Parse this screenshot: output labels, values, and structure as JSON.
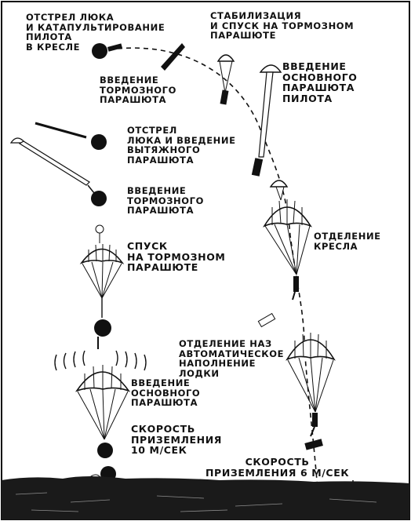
{
  "colors": {
    "ink": "#111111",
    "paper": "#ffffff",
    "ground": "#1a1a1a"
  },
  "labels": {
    "hatch_eject": "ОТСТРЕЛ ЛЮКА\nИ КАТАПУЛЬТИРОВАНИЕ\nПИЛОТА\nВ КРЕСЛЕ",
    "stabilization": "СТАБИЛИЗАЦИЯ\nИ СПУСК НА ТОРМОЗНОМ\nПАРАШЮТЕ",
    "drogue_intro_1": "ВВЕДЕНИЕ\nТОРМОЗНОГО\nПАРАШЮТА",
    "main_pilot": "ВВЕДЕНИЕ\nОСНОВНОГО\nПАРАШЮТА\nПИЛОТА",
    "hatch_pilot_chute": "ОТСТРЕЛ\nЛЮКА И ВВЕДЕНИЕ\nВЫТЯЖНОГО\nПАРАШЮТА",
    "drogue_intro_2": "ВВЕДЕНИЕ\nТОРМОЗНОГО\nПАРАШЮТА",
    "seat_separation": "ОТДЕЛЕНИЕ\nКРЕСЛА",
    "descent_drogue": "СПУСК\nНА ТОРМОЗНОМ\nПАРАШЮТЕ",
    "nas_separation": "ОТДЕЛЕНИЕ НАЗ\nАВТОМАТИЧЕСКОЕ\nНАПОЛНЕНИЕ\nЛОДКИ",
    "main_capsule": "ВВЕДЕНИЕ\nОСНОВНОГО\nПАРАШЮТА",
    "capsule_speed": "СКОРОСТЬ\nПРИЗЕМЛЕНИЯ\n10 М/СЕК",
    "pilot_speed": "СКОРОСТЬ\nПРИЗЕМЛЕНИЯ 6 М/СЕК"
  }
}
